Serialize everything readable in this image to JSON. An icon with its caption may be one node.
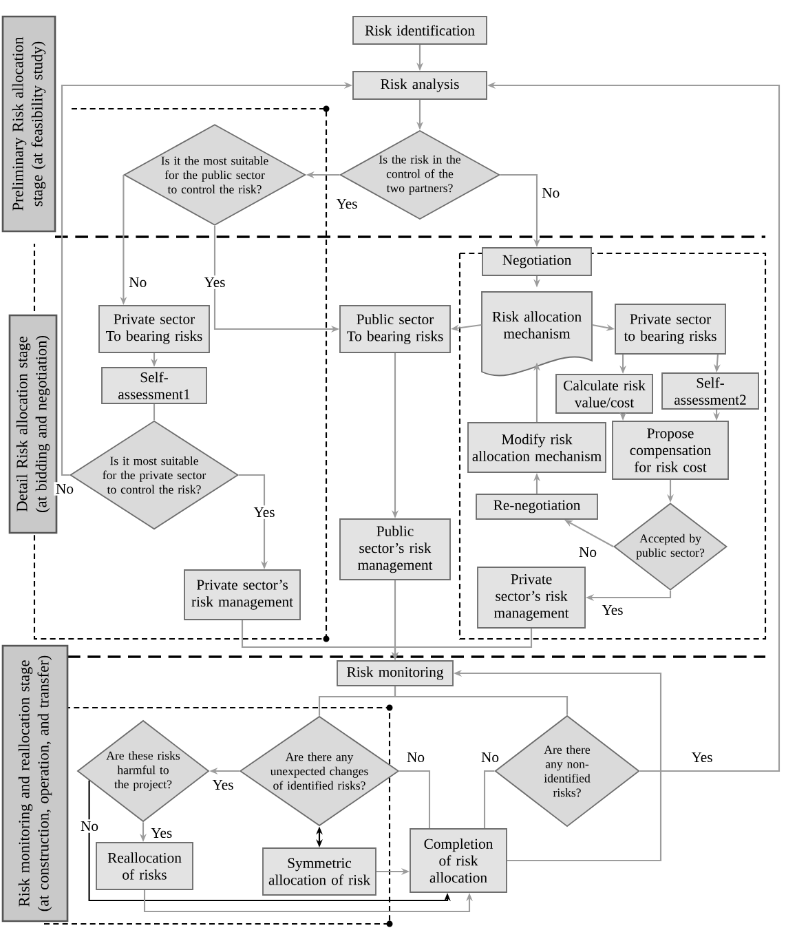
{
  "diagram": {
    "nodes": [
      {
        "text": [
          "Preliminary Risk allocation stage (at feasibility study)"
        ]
      },
      {
        "text": [
          "Risk identification"
        ]
      },
      {
        "text": [
          "Risk analysis"
        ]
      },
      {
        "text": [
          "Is it the most suitable for the public sector to control the risk?"
        ]
      },
      {
        "text": [
          "Is the risk in the control of the two partners?"
        ]
      },
      {
        "text": [
          "Detail Risk allocation stage (at bidding and negotiation)"
        ]
      },
      {
        "text": [
          "Negotiation"
        ]
      },
      {
        "text": [
          "Private sector To bearing risks"
        ]
      },
      {
        "text": [
          "Public sector To bearing risks"
        ]
      },
      {
        "text": [
          "Risk allocation mechanism"
        ]
      },
      {
        "text": [
          "Private sector to bearing risks"
        ]
      },
      {
        "text": [
          "Self-assessment1"
        ]
      },
      {
        "text": [
          "Calculate risk value/cost"
        ]
      },
      {
        "text": [
          "Self-assessment2"
        ]
      },
      {
        "text": [
          "Is it most suitable for the private sector to control the risk?"
        ]
      },
      {
        "text": [
          "Modify risk allocation mechanism"
        ]
      },
      {
        "text": [
          "Propose compensation for risk cost"
        ]
      },
      {
        "text": [
          "Re-negotiation"
        ]
      },
      {
        "text": [
          "Accepted by public sector?"
        ]
      },
      {
        "text": [
          "Public sector’s risk management"
        ]
      },
      {
        "text": [
          "Private sector’s risk management"
        ]
      },
      {
        "text": [
          "Private sector’s risk management"
        ]
      },
      {
        "text": [
          "Risk monitoring and reallocation stage (at construction, operation, and transfer)"
        ]
      },
      {
        "text": [
          "Risk monitoring"
        ]
      },
      {
        "text": [
          "Are these risks harmful to the project?"
        ]
      },
      {
        "text": [
          "Are there any unexpected changes of identified risks?"
        ]
      },
      {
        "text": [
          "Are there any non-identified risks?"
        ]
      },
      {
        "text": [
          "Reallocation of risks"
        ]
      },
      {
        "text": [
          "Symmetric allocation of risk"
        ]
      },
      {
        "text": [
          "Completion of risk allocation"
        ]
      }
    ],
    "edges": [
      {
        "from": 1,
        "to": 2,
        "arrow": "to"
      },
      {
        "from": 2,
        "to": 4,
        "arrow": "to"
      },
      {
        "from": 4,
        "to": 3,
        "arrow": "to",
        "label": "Yes"
      },
      {
        "from": 4,
        "to": 6,
        "arrow": "to",
        "label": "No"
      },
      {
        "from": 3,
        "to": 7,
        "arrow": "to",
        "label": "No"
      },
      {
        "from": 3,
        "to": 8,
        "arrow": "to",
        "label": "Yes"
      },
      {
        "from": 7,
        "to": 11,
        "arrow": "to"
      },
      {
        "from": 11,
        "to": 14,
        "arrow": "none"
      },
      {
        "from": 14,
        "to": 20,
        "arrow": "to",
        "label": "Yes"
      },
      {
        "from": 14,
        "to": 2,
        "arrow": "to",
        "label": "No"
      },
      {
        "from": 6,
        "to": 9,
        "arrow": "to"
      },
      {
        "from": 9,
        "to": 8,
        "arrow": "to"
      },
      {
        "from": 9,
        "to": 10,
        "arrow": "to"
      },
      {
        "from": 10,
        "to": 12,
        "arrow": "to"
      },
      {
        "from": 10,
        "to": 13,
        "arrow": "to"
      },
      {
        "from": 12,
        "to": 16,
        "arrow": "to"
      },
      {
        "from": 13,
        "to": 16,
        "arrow": "to"
      },
      {
        "from": 16,
        "to": 18,
        "arrow": "to"
      },
      {
        "from": 18,
        "to": 17,
        "arrow": "to",
        "label": "No"
      },
      {
        "from": 17,
        "to": 15,
        "arrow": "to"
      },
      {
        "from": 15,
        "to": 9,
        "arrow": "to"
      },
      {
        "from": 18,
        "to": 21,
        "arrow": "to",
        "label": "Yes"
      },
      {
        "from": 8,
        "to": 19,
        "arrow": "to"
      },
      {
        "from": 19,
        "to": 23,
        "arrow": "to"
      },
      {
        "from": 20,
        "to": 23,
        "arrow": "to"
      },
      {
        "from": 21,
        "to": 23,
        "arrow": "to"
      },
      {
        "from": 23,
        "to": 25,
        "arrow": "none"
      },
      {
        "from": 23,
        "to": 26,
        "arrow": "none"
      },
      {
        "from": 25,
        "to": 24,
        "arrow": "to",
        "label": "Yes"
      },
      {
        "from": 25,
        "to": 28,
        "arrow": "both",
        "color": "#000000"
      },
      {
        "from": 25,
        "to": 29,
        "arrow": "none",
        "label": "No"
      },
      {
        "from": 26,
        "to": 29,
        "arrow": "none",
        "label": "No"
      },
      {
        "from": 26,
        "to": 2,
        "arrow": "to",
        "label": "Yes"
      },
      {
        "from": 29,
        "to": 23,
        "arrow": "to"
      },
      {
        "from": 24,
        "to": 27,
        "arrow": "to",
        "label": "Yes"
      },
      {
        "from": 24,
        "to": 29,
        "arrow": "to",
        "label": "No",
        "color": "#000000"
      },
      {
        "from": 27,
        "to": 29,
        "arrow": "to"
      },
      {
        "from": 28,
        "to": 29,
        "arrow": "to"
      }
    ]
  }
}
